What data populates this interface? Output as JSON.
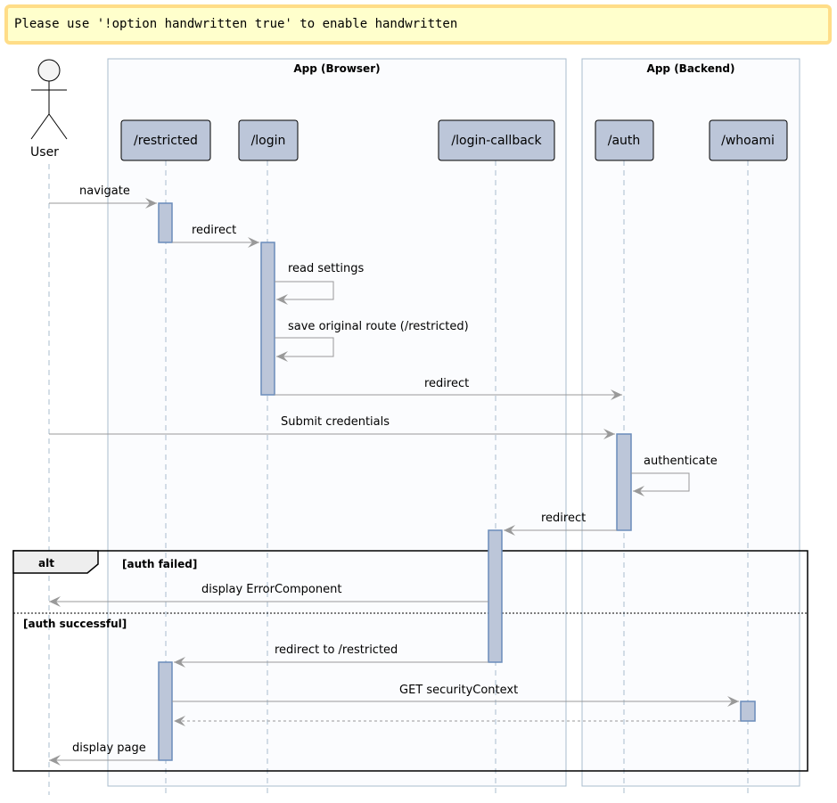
{
  "notice": {
    "text": "Please use '!option handwritten true' to enable handwritten"
  },
  "boxes": [
    {
      "id": "browser",
      "title": "App (Browser)"
    },
    {
      "id": "backend",
      "title": "App (Backend)"
    }
  ],
  "actor": {
    "id": "user",
    "label": "User"
  },
  "participants": [
    {
      "id": "restricted",
      "label": "/restricted"
    },
    {
      "id": "login",
      "label": "/login"
    },
    {
      "id": "callback",
      "label": "/login-callback"
    },
    {
      "id": "auth",
      "label": "/auth"
    },
    {
      "id": "whoami",
      "label": "/whoami"
    }
  ],
  "messages": [
    {
      "from": "user",
      "to": "restricted",
      "label": "navigate",
      "style": "solid"
    },
    {
      "from": "restricted",
      "to": "login",
      "label": "redirect",
      "style": "solid"
    },
    {
      "from": "login",
      "to": "login",
      "label": "read settings",
      "style": "self"
    },
    {
      "from": "login",
      "to": "login",
      "label": "save original route (/restricted)",
      "style": "self"
    },
    {
      "from": "login",
      "to": "auth",
      "label": "redirect",
      "style": "solid"
    },
    {
      "from": "user",
      "to": "auth",
      "label": "Submit credentials",
      "style": "solid"
    },
    {
      "from": "auth",
      "to": "auth",
      "label": "authenticate",
      "style": "self"
    },
    {
      "from": "auth",
      "to": "callback",
      "label": "redirect",
      "style": "solid"
    },
    {
      "from": "callback",
      "to": "user",
      "label": "display ErrorComponent",
      "style": "solid"
    },
    {
      "from": "callback",
      "to": "restricted",
      "label": "redirect to /restricted",
      "style": "solid"
    },
    {
      "from": "restricted",
      "to": "whoami",
      "label": "GET securityContext",
      "style": "solid"
    },
    {
      "from": "whoami",
      "to": "restricted",
      "label": "",
      "style": "dashed"
    },
    {
      "from": "restricted",
      "to": "user",
      "label": "display page",
      "style": "solid"
    }
  ],
  "fragment": {
    "keyword": "alt",
    "guards": [
      "[auth failed]",
      "[auth successful]"
    ]
  },
  "colors": {
    "notice_bg": "#ffffcc",
    "notice_border": "#ffdd88",
    "participant_fill": "#bcc6d9",
    "activation_border": "#6b8cba",
    "box_fill": "#fbfcfe",
    "box_border": "#a8bccd",
    "arrow": "#999999"
  }
}
